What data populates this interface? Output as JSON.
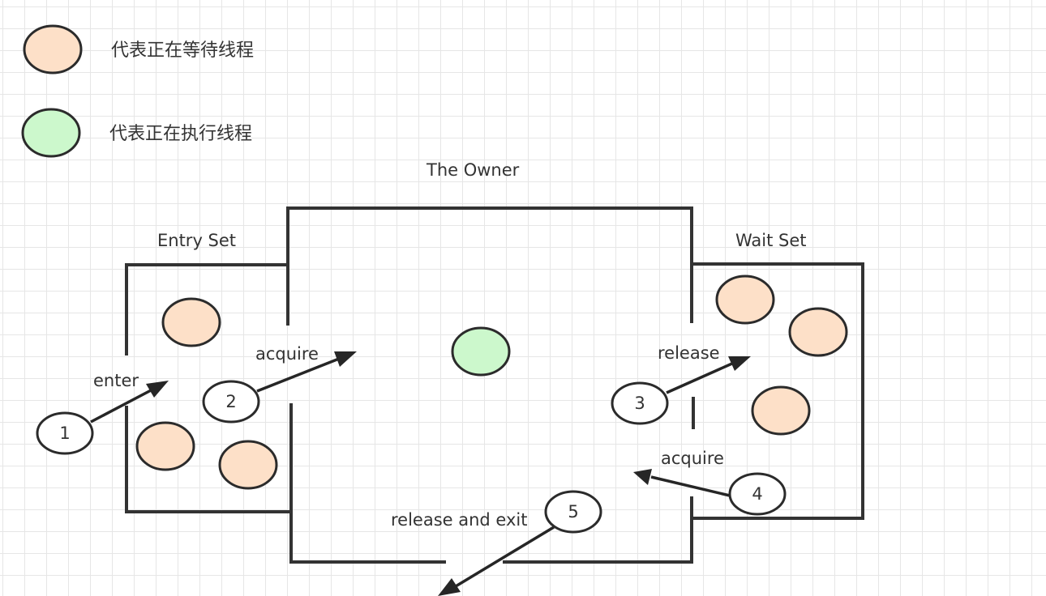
{
  "legend": [
    {
      "label": "代表正在等待线程",
      "state": "waiting",
      "color": "#fde0c8"
    },
    {
      "label": "代表正在执行线程",
      "state": "running",
      "color": "#ccf8cc"
    }
  ],
  "regions": {
    "entry_set": "Entry Set",
    "owner": "The Owner",
    "wait_set": "Wait Set"
  },
  "steps": [
    {
      "number": "1",
      "action": "enter"
    },
    {
      "number": "2",
      "action": "acquire"
    },
    {
      "number": "3",
      "action": "release"
    },
    {
      "number": "4",
      "action": "acquire"
    },
    {
      "number": "5",
      "action": "release and exit"
    }
  ],
  "colors": {
    "waiting_fill": "#fde0c8",
    "running_fill": "#ccf8cc",
    "stroke": "#333333",
    "grid": "#e6e6e6"
  },
  "threads": {
    "entry_set_waiting_count": 3,
    "owner_running_count": 1,
    "wait_set_waiting_count": 3
  }
}
